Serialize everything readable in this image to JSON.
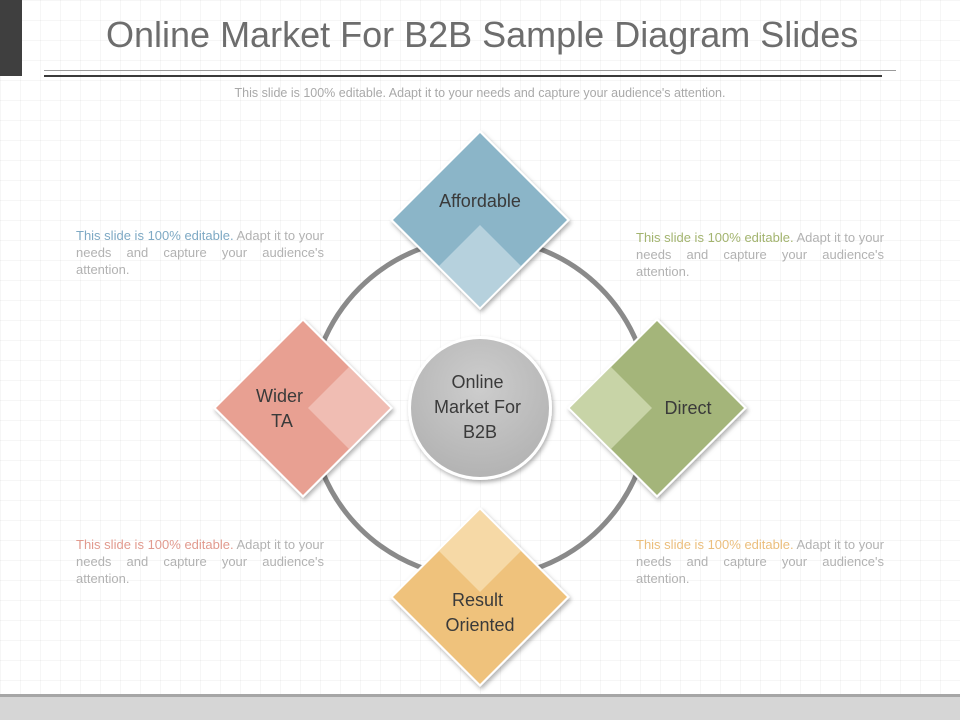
{
  "title": "Online Market For B2B Sample Diagram Slides",
  "subtitle": "This slide is 100% editable. Adapt it to your needs and capture your audience's attention.",
  "center": {
    "lines": [
      "Online",
      "Market For",
      "B2B"
    ]
  },
  "nodes": {
    "top": {
      "lines": [
        "Affordable"
      ],
      "color": "#8bb5c8",
      "light": "#b6d1dd"
    },
    "right": {
      "lines": [
        "Direct"
      ],
      "color": "#a4b57a",
      "light": "#c8d4a7"
    },
    "bottom": {
      "lines": [
        "Result",
        "Oriented"
      ],
      "color": "#efc27c",
      "light": "#f6d9a6"
    },
    "left": {
      "lines": [
        "Wider",
        "TA"
      ],
      "color": "#e8a092",
      "light": "#f0bdb3"
    }
  },
  "notes": {
    "top_left": {
      "highlight": "This slide is 100% editable.",
      "rest": " Adapt it to your needs and capture your audience's attention."
    },
    "top_right": {
      "highlight": "This slide is 100% editable.",
      "rest": " Adapt it to your needs and capture your audience's attention."
    },
    "bottom_left": {
      "highlight": "This slide is 100% editable.",
      "rest": " Adapt it to your needs and capture your audience's attention."
    },
    "bottom_right": {
      "highlight": "This slide is 100% editable.",
      "rest": " Adapt it to your needs and capture your audience's attention."
    }
  },
  "colors": {
    "ring": "#8a8a8a",
    "center_fill": "#bdbdbd",
    "text_dark": "#3a3a3a"
  }
}
